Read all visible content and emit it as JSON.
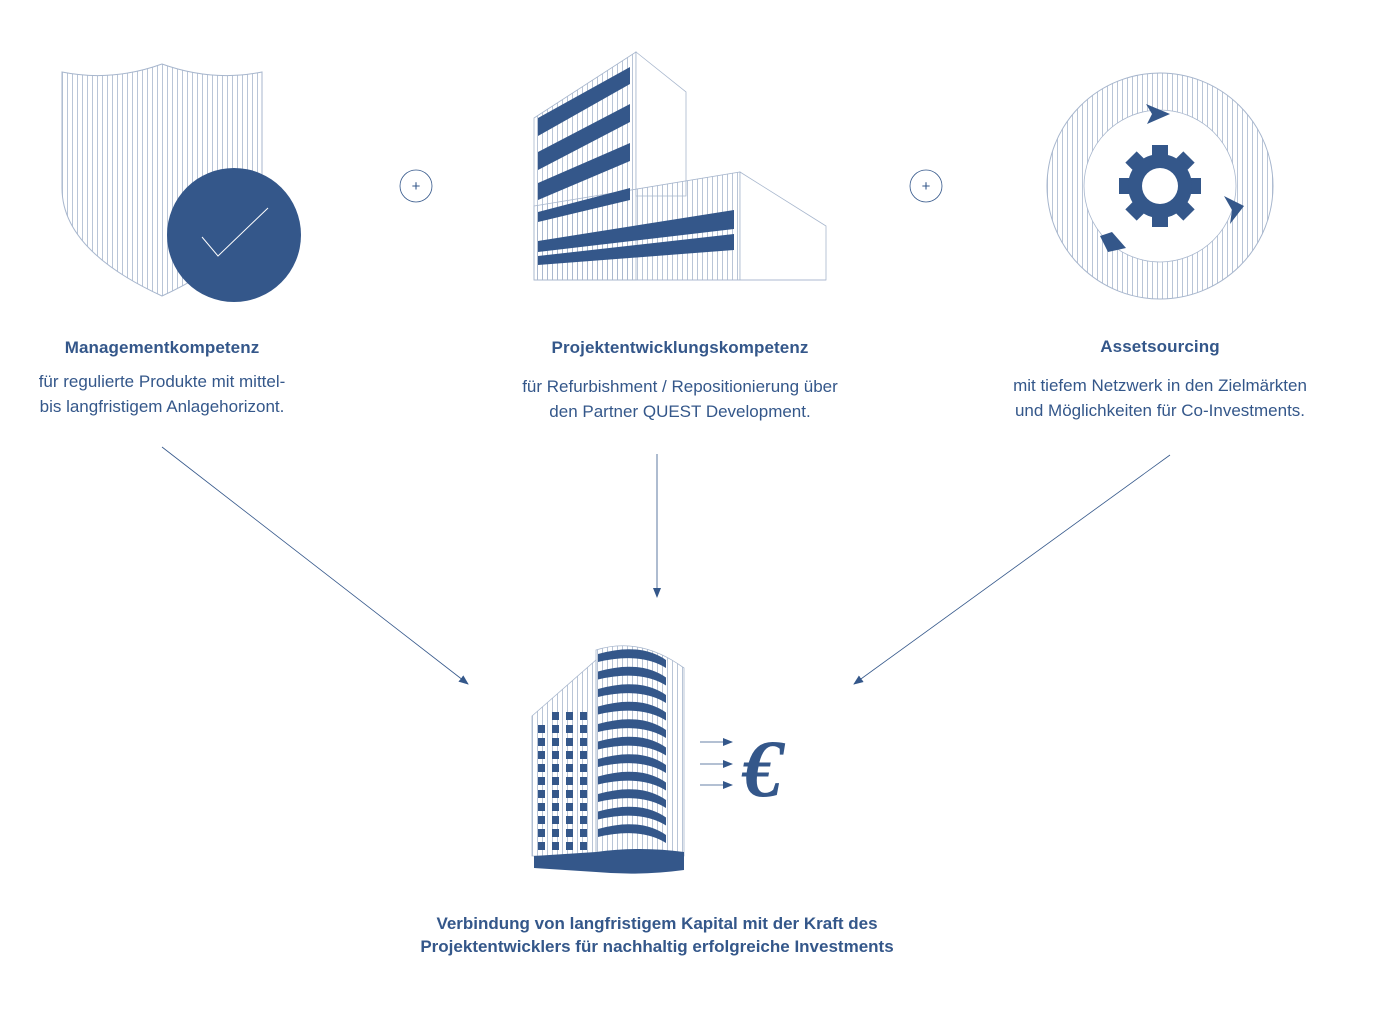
{
  "columns": [
    {
      "title": "Managementkompetenz",
      "lines": [
        "für regulierte Produkte mit mittel-",
        "bis langfristigem Anlagehorizont."
      ],
      "icon": "shield-check-icon"
    },
    {
      "title": "Projektentwicklungskompetenz",
      "lines": [
        "für Refurbishment / Repositionierung über",
        "den Partner QUEST Development."
      ],
      "icon": "building-icon"
    },
    {
      "title": "Assetsourcing",
      "lines": [
        "mit tiefem Netzwerk in den Zielmärkten",
        "und Möglichkeiten für Co-Investments."
      ],
      "icon": "gear-cycle-icon"
    }
  ],
  "plus_symbol": "+",
  "currency_symbol": "€",
  "result": {
    "lines": [
      "Verbindung von langfristigem Kapital mit der Kraft des",
      "Projektentwicklers für nachhaltig erfolgreiche Investments"
    ],
    "icon": "office-tower-icon"
  },
  "colors": {
    "primary": "#34578a",
    "line": "#9aabc6"
  }
}
